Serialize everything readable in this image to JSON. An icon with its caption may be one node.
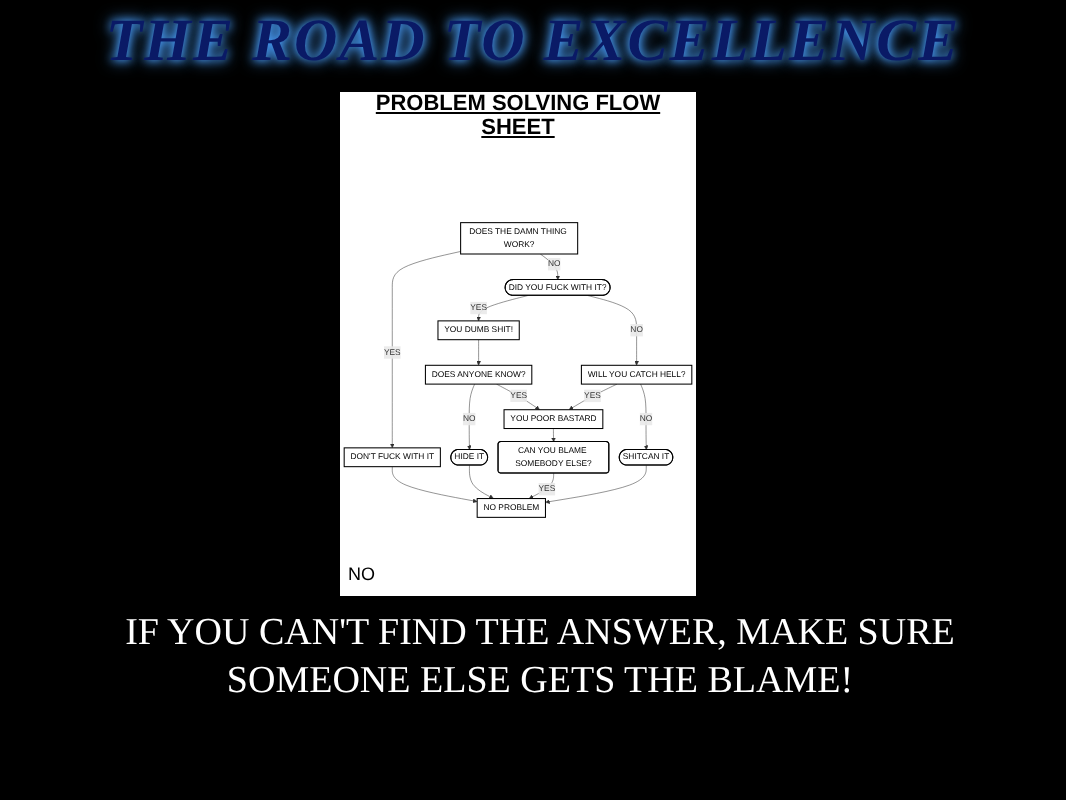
{
  "diagram": {
    "title": "THE ROAD TO EXCELLENCE",
    "caption": "IF YOU CAN'T FIND THE ANSWER, MAKE SURE SOMEONE ELSE GETS THE BLAME!",
    "nodes": [
      {
        "text": [
          "DOES THE DAMN THING WORK?"
        ]
      },
      {
        "text": [
          "DON'T FUCK WITH IT"
        ]
      },
      {
        "text": [
          "DID YOU FUCK WITH IT?"
        ]
      },
      {
        "text": [
          "YOU DUMB SHIT!"
        ]
      },
      {
        "text": [
          "DOES ANYONE KNOW?"
        ]
      },
      {
        "text": [
          "HIDE IT"
        ]
      },
      {
        "text": [
          "WILL YOU CATCH HELL?"
        ]
      },
      {
        "text": [
          "YOU POOR BASTARD"
        ]
      },
      {
        "text": [
          "SHITCAN IT"
        ]
      },
      {
        "text": [
          "CAN YOU BLAME SOMEBODY ELSE?"
        ]
      },
      {
        "text": [
          "NO PROBLEM"
        ]
      }
    ],
    "edges": [
      {
        "from": 0,
        "to": 1,
        "arrow": "to",
        "label": "YES"
      },
      {
        "from": 0,
        "to": 2,
        "arrow": "to",
        "label": "NO"
      },
      {
        "from": 2,
        "to": 3,
        "arrow": "to",
        "label": "YES"
      },
      {
        "from": 2,
        "to": 6,
        "arrow": "to",
        "label": "NO"
      },
      {
        "from": 3,
        "to": 4,
        "arrow": "to"
      },
      {
        "from": 4,
        "to": 5,
        "arrow": "to",
        "label": "NO"
      },
      {
        "from": 4,
        "to": 7,
        "arrow": "to",
        "label": "YES"
      },
      {
        "from": 6,
        "to": 7,
        "arrow": "to",
        "label": "YES"
      },
      {
        "from": 6,
        "to": 8,
        "arrow": "to",
        "label": "NO"
      },
      {
        "from": 7,
        "to": 9,
        "arrow": "to"
      },
      {
        "from": 9,
        "to": 10,
        "arrow": "to",
        "label": "YES"
      },
      {
        "from": 1,
        "to": 10,
        "arrow": "to"
      },
      {
        "from": 5,
        "to": 10,
        "arrow": "to"
      },
      {
        "from": 8,
        "to": 10,
        "arrow": "to"
      }
    ],
    "labels": [
      "PROBLEM SOLVING FLOW SHEET",
      "NO"
    ]
  }
}
